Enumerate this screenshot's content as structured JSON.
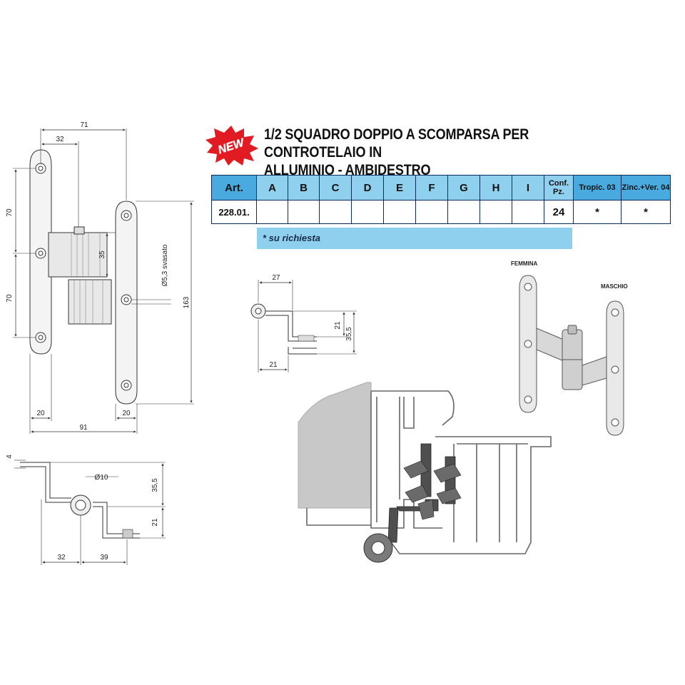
{
  "badge": {
    "text": "NEW",
    "color": "#e21b23"
  },
  "title": {
    "line1": "1/2 SQUADRO DOPPIO A SCOMPARSA PER CONTROTELAIO IN",
    "line2": "ALLUMINIO - AMBIDESTRO"
  },
  "table": {
    "headers": [
      "Art.",
      "A",
      "B",
      "C",
      "D",
      "E",
      "F",
      "G",
      "H",
      "I",
      "Conf. Pz.",
      "Tropic. 03",
      "Zinc.+Ver. 04"
    ],
    "row": [
      "228.01.",
      "",
      "",
      "",
      "",
      "",
      "",
      "",
      "",
      "",
      "24",
      "*",
      "*"
    ],
    "note": "* su richiesta",
    "colors": {
      "header_light": "#8fd0ee",
      "header_dark": "#49aadf",
      "border": "#0d2a5a"
    }
  },
  "labels": {
    "femmina": "FEMMINA",
    "maschio": "MASCHIO"
  },
  "dimensions": {
    "top_width": "71",
    "offset": "32",
    "left_upper": "70",
    "left_lower": "70",
    "knuckle": "35",
    "hole": "Ø5,3 svasato",
    "height": "163",
    "flange_left": "20",
    "flange_right": "20",
    "total_width": "91",
    "thick": "4",
    "pin": "Ø10",
    "side_height": "35,5",
    "side_step": "21",
    "bottom_left": "32",
    "bottom_right": "39",
    "mid_top": "27",
    "mid_step": "21",
    "mid_height": "35,5",
    "mid_bottom": "21"
  }
}
